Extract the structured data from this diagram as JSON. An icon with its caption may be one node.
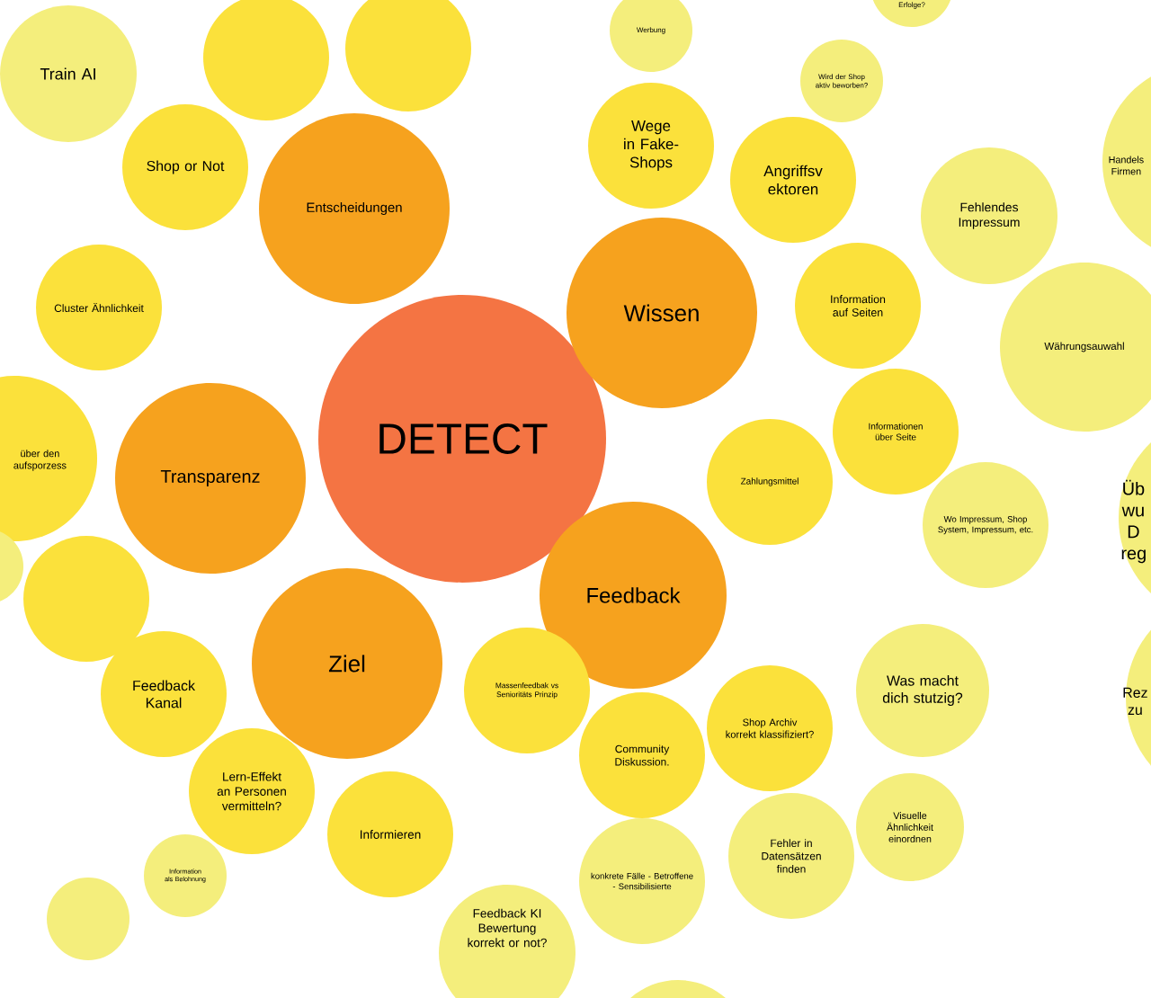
{
  "diagram": {
    "nodes": [
      {
        "text": [
          "DETECT"
        ]
      },
      {
        "text": [
          "Entscheidungen"
        ]
      },
      {
        "text": [
          "Wissen"
        ]
      },
      {
        "text": [
          "Transparenz"
        ]
      },
      {
        "text": [
          "Feedback"
        ]
      },
      {
        "text": [
          "Ziel"
        ]
      },
      {
        "text": [
          "Train AI"
        ]
      },
      {
        "text": [],
        "shape": "circle"
      },
      {
        "text": [],
        "shape": "circle"
      },
      {
        "text": [
          "Shop or Not"
        ]
      },
      {
        "text": [
          "Cluster Ähnlichkeit"
        ]
      },
      {
        "text": [
          "über den aufsporzess"
        ]
      },
      {
        "text": [],
        "shape": "circle"
      },
      {
        "text": [],
        "shape": "circle"
      },
      {
        "text": [
          "Feedback Kanal"
        ]
      },
      {
        "text": [
          "Lern-Effekt an Personen vermitteln?"
        ]
      },
      {
        "text": [
          "Information als Belohnung"
        ]
      },
      {
        "text": [],
        "shape": "circle"
      },
      {
        "text": [
          "Informieren"
        ]
      },
      {
        "text": [
          "Feedback KI Bewertung korrekt or not?"
        ]
      },
      {
        "text": [
          "Massenfeedbak vs Senioritäts Prinzip"
        ]
      },
      {
        "text": [
          "Community Diskussion."
        ]
      },
      {
        "text": [
          "konkrete Fälle - Betroffene - Sensibilisierte"
        ]
      },
      {
        "text": [],
        "shape": "circle"
      },
      {
        "text": [
          "Shop Archiv korrekt klassifiziert?"
        ]
      },
      {
        "text": [
          "Fehler in Datensätzen finden"
        ]
      },
      {
        "text": [
          "Visuelle Ähnlichkeit einordnen"
        ]
      },
      {
        "text": [
          "Was macht dich stutzig?"
        ]
      },
      {
        "text": [
          "Zahlungsmittel"
        ]
      },
      {
        "text": [
          "Informationen über Seite"
        ]
      },
      {
        "text": [
          "Wo Impressum, Shop System, Impressum, etc."
        ]
      },
      {
        "text": [
          "Information auf Seiten"
        ]
      },
      {
        "text": [
          "Angriffsv ektoren"
        ]
      },
      {
        "text": [
          "Wege in Fake-Shops"
        ]
      },
      {
        "text": [
          "Werbung"
        ]
      },
      {
        "text": [
          "Wird der Shop aktiv beworben?"
        ]
      },
      {
        "text": [
          "Erfolge?"
        ]
      },
      {
        "text": [
          "Fehlendes Impressum"
        ]
      },
      {
        "text": [
          "Währungsauwahl"
        ]
      },
      {
        "text": [
          "Handels Firmen"
        ]
      },
      {
        "text": [
          "Üb wu D reg"
        ]
      },
      {
        "text": [
          "Rez zu"
        ]
      }
    ],
    "edges": []
  }
}
